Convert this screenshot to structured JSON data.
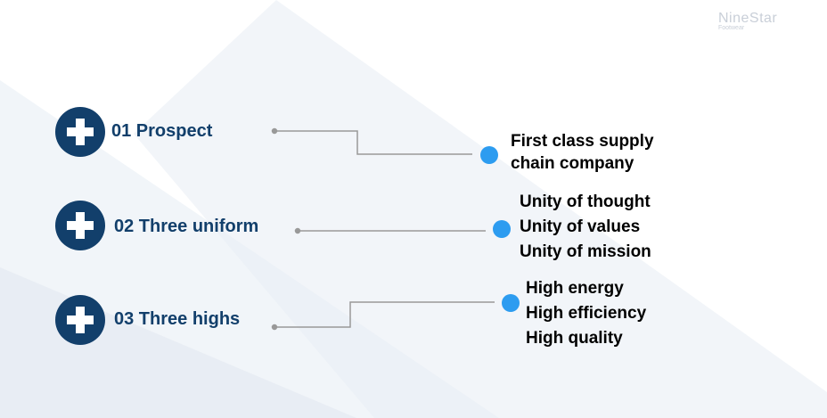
{
  "logo": {
    "title": "NineStar",
    "subtitle": "Footwear"
  },
  "items": [
    {
      "label": "01 Prospect",
      "lines": [
        "First class supply",
        "chain company"
      ]
    },
    {
      "label": "02 Three uniform",
      "lines": [
        "Unity of thought",
        "Unity of values",
        "Unity of mission"
      ]
    },
    {
      "label": "03 Three highs",
      "lines": [
        "High energy",
        "High efficiency",
        "High quality"
      ]
    }
  ],
  "colors": {
    "primary": "#123f6b",
    "accent": "#2d9cf0"
  }
}
